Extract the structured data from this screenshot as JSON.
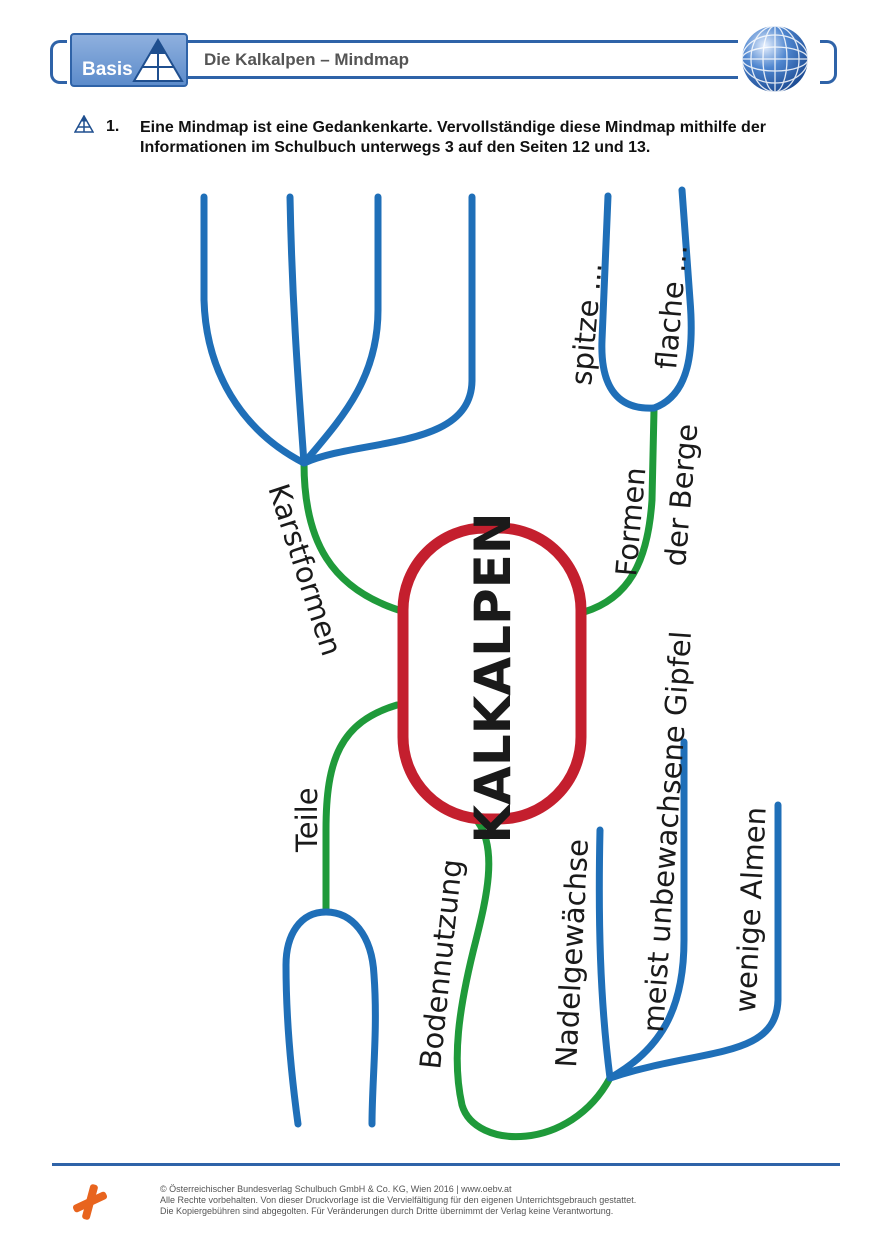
{
  "header": {
    "badge_label": "Basis",
    "title": "Die Kalkalpen – Mindmap"
  },
  "task": {
    "number": "1.",
    "text": "Eine Mindmap ist eine Gedankenkarte. Vervollständige diese Mindmap mithilfe der Informationen im Schulbuch unterwegs 3 auf den Seiten 12 und 13."
  },
  "mindmap": {
    "center": "KALKALPEN",
    "branches": {
      "karstformen": "Karstformen",
      "formen_der_berge_line1": "Formen",
      "formen_der_berge_line2": "der Berge",
      "spitze": "spitze ...",
      "flache": "flache ...",
      "teile": "Teile",
      "bodennutzung": "Bodennutzung",
      "nadelgewaechse": "Nadelgewächse",
      "gipfel": "meist unbewachsene Gipfel",
      "almen": "wenige Almen"
    },
    "colors": {
      "center_ring": "#c41f2e",
      "main_branch": "#1f9a3a",
      "sub_branch": "#1f6fb8"
    }
  },
  "footer": {
    "line1": "© Österreichischer Bundesverlag Schulbuch GmbH & Co. KG, Wien 2016 | www.oebv.at",
    "line2": "Alle Rechte vorbehalten. Von dieser Druckvorlage ist die Vervielfältigung für den eigenen Unterrichtsgebrauch gestattet.",
    "line3": "Die Kopiergebühren sind abgegolten. Für Veränderungen durch Dritte übernimmt der Verlag keine Verantwortung."
  },
  "icons": {
    "badge": "pyramid-icon",
    "globe": "globe-icon",
    "task": "pyramid-small-icon",
    "footer_logo": "oebv-logo-icon"
  }
}
